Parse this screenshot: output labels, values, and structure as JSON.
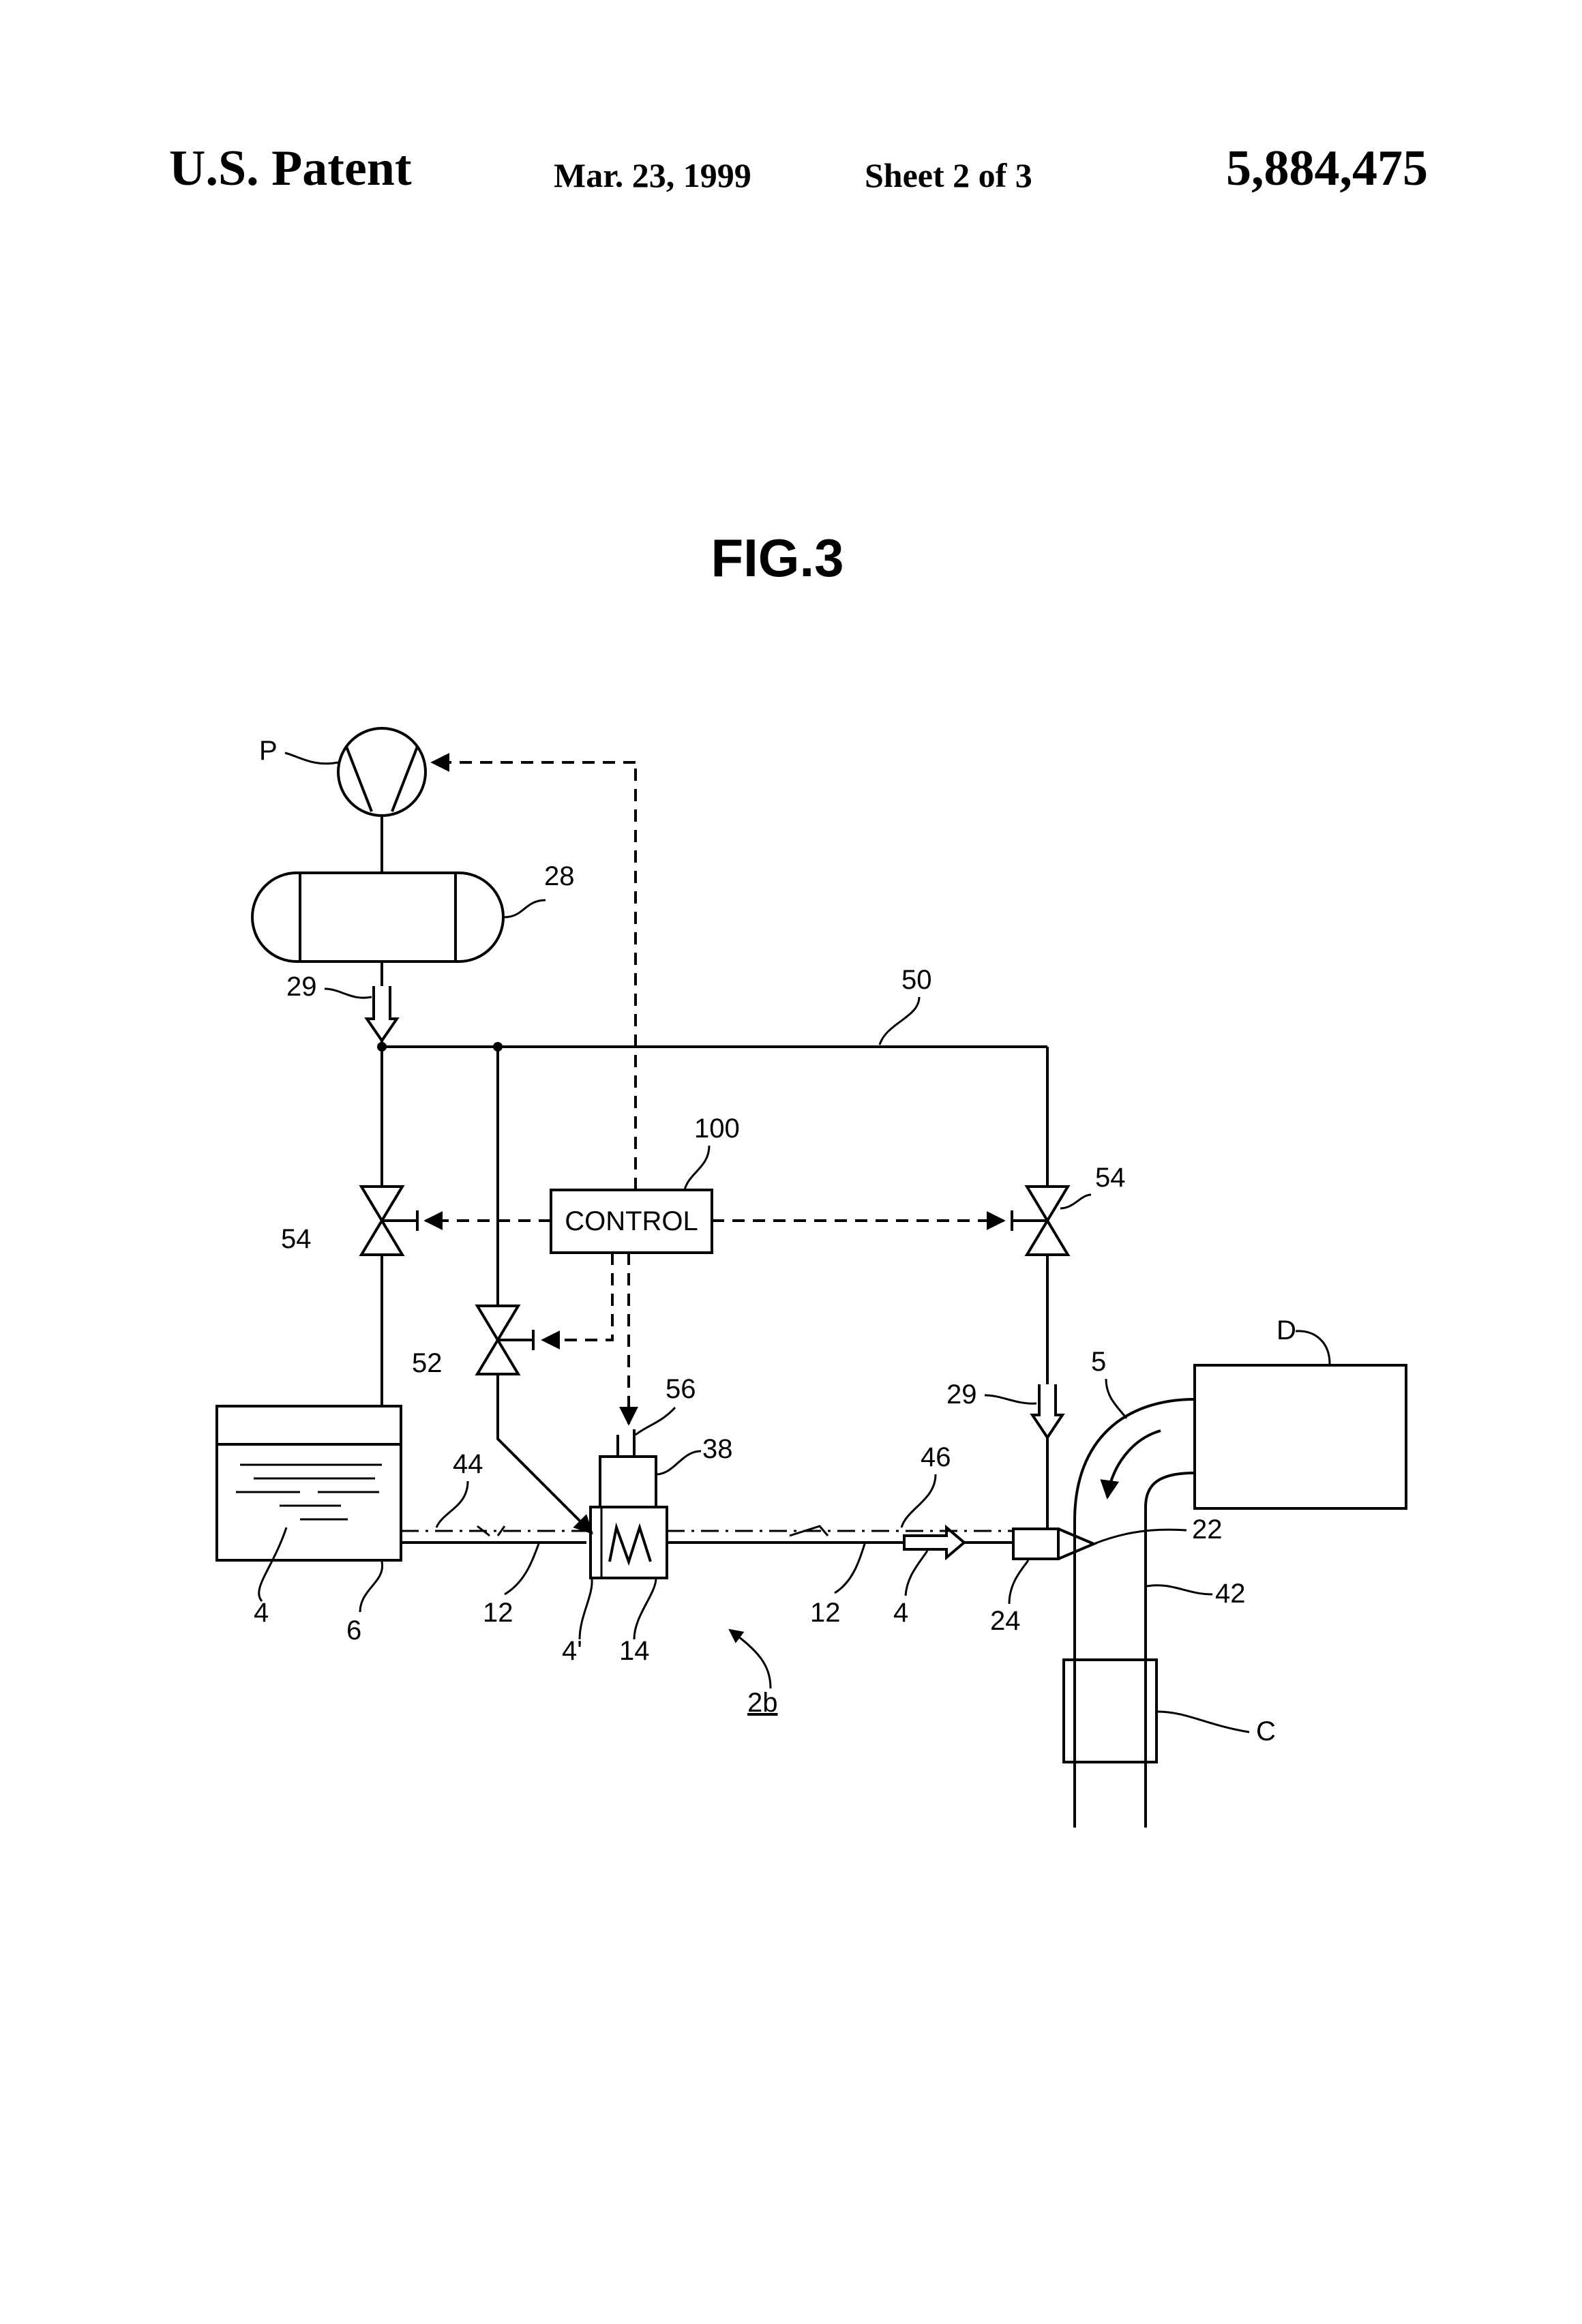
{
  "header": {
    "patent": "U.S. Patent",
    "date": "Mar. 23, 1999",
    "sheet": "Sheet 2 of 3",
    "number": "5,884,475"
  },
  "figure": {
    "title": "FIG.3",
    "control_label": "CONTROL",
    "labels": {
      "P": "P",
      "tank28": "28",
      "check29_top": "29",
      "line50": "50",
      "control100": "100",
      "valve54_right": "54",
      "valve54_left": "54",
      "valve52": "52",
      "D": "D",
      "pipe5": "5",
      "check29_right": "29",
      "item56": "56",
      "item38": "38",
      "line44": "44",
      "line46": "46",
      "nozzle22": "22",
      "pipe42": "42",
      "tank4": "4",
      "outlet6": "6",
      "pipe12_left": "12",
      "heater4prime": "4'",
      "heater14": "14",
      "system2b": "2b",
      "pipe12_right": "12",
      "flow4": "4",
      "nozzle24": "24",
      "C": "C"
    }
  }
}
